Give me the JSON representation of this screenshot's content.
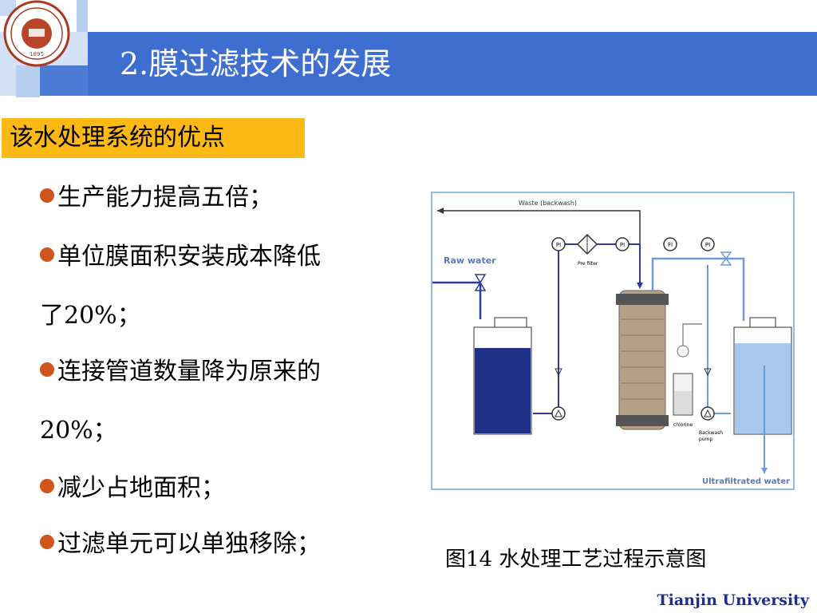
{
  "logo": {
    "text": "1895"
  },
  "header": {
    "title": "2.膜过滤技术的发展"
  },
  "subtitle": "该水处理系统的优点",
  "bullets": [
    {
      "text": "生产能力提高五倍；"
    },
    {
      "text": "单位膜面积安装成本降低",
      "cont": "了20%；"
    },
    {
      "text": "连接管道数量降为原来的",
      "cont": "20%；"
    },
    {
      "text": "减少占地面积；"
    },
    {
      "text": "过滤单元可以单独移除；"
    }
  ],
  "diagram": {
    "waste_label": "Waste (backwash)",
    "raw_water": "Raw water",
    "pre_filter": "Pre filter",
    "pi": "PI",
    "fi": "FI",
    "chlorine": "chlorine",
    "backwash_pump_1": "Backwash",
    "backwash_pump_2": "pump",
    "ultrafiltrated": "Ultrafiltrated water"
  },
  "caption": "图14  水处理工艺过程示意图",
  "footer": "Tianjin University",
  "colors": {
    "header": "#3d6ed0",
    "subtitle_bg": "#fcb814",
    "bullet": "#d0541b",
    "footer_text": "#1d2f8a"
  }
}
